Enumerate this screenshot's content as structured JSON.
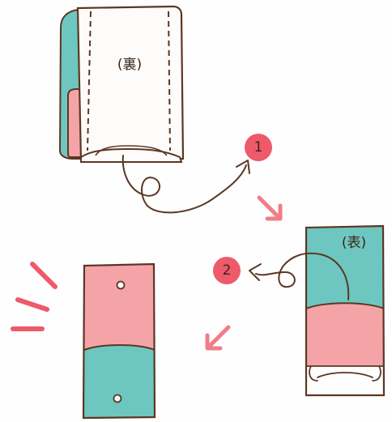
{
  "labels": {
    "back_side": "(裏)",
    "front_side": "(表)"
  },
  "steps": [
    {
      "number": "1"
    },
    {
      "number": "2"
    }
  ],
  "colors": {
    "teal": "#6dc7c0",
    "pink": "#f4a4a7",
    "badge": "#ee5a6a",
    "arrow": "#f07d88",
    "outline": "#5b3723",
    "paper": "#fdfcfa"
  },
  "icons": {
    "steps": [
      "step-number-badge",
      "step-number-badge"
    ],
    "arrows": [
      "curly-arrow-icon",
      "curly-arrow-icon",
      "diagonal-arrow-icon",
      "diagonal-arrow-icon",
      "burst-lines-icon"
    ]
  }
}
